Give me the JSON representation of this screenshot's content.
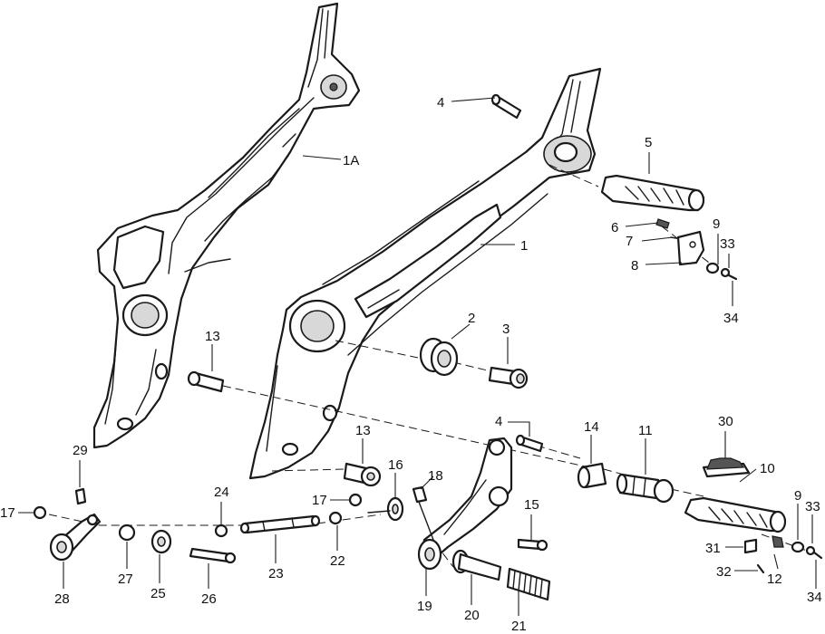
{
  "labels": {
    "p1": "1",
    "p1A": "1A",
    "p2": "2",
    "p3": "3",
    "p4a": "4",
    "p4b": "4",
    "p5": "5",
    "p6": "6",
    "p7": "7",
    "p8": "8",
    "p9a": "9",
    "p9b": "9",
    "p10": "10",
    "p11": "11",
    "p12": "12",
    "p13a": "13",
    "p13b": "13",
    "p14": "14",
    "p15": "15",
    "p16": "16",
    "p17a": "17",
    "p17b": "17",
    "p18": "18",
    "p19": "19",
    "p20": "20",
    "p21": "21",
    "p22": "22",
    "p23": "23",
    "p24": "24",
    "p25": "25",
    "p26": "26",
    "p27": "27",
    "p28": "28",
    "p29": "29",
    "p30": "30",
    "p31": "31",
    "p32": "32",
    "p33a": "33",
    "p33b": "33",
    "p34a": "34",
    "p34b": "34"
  }
}
